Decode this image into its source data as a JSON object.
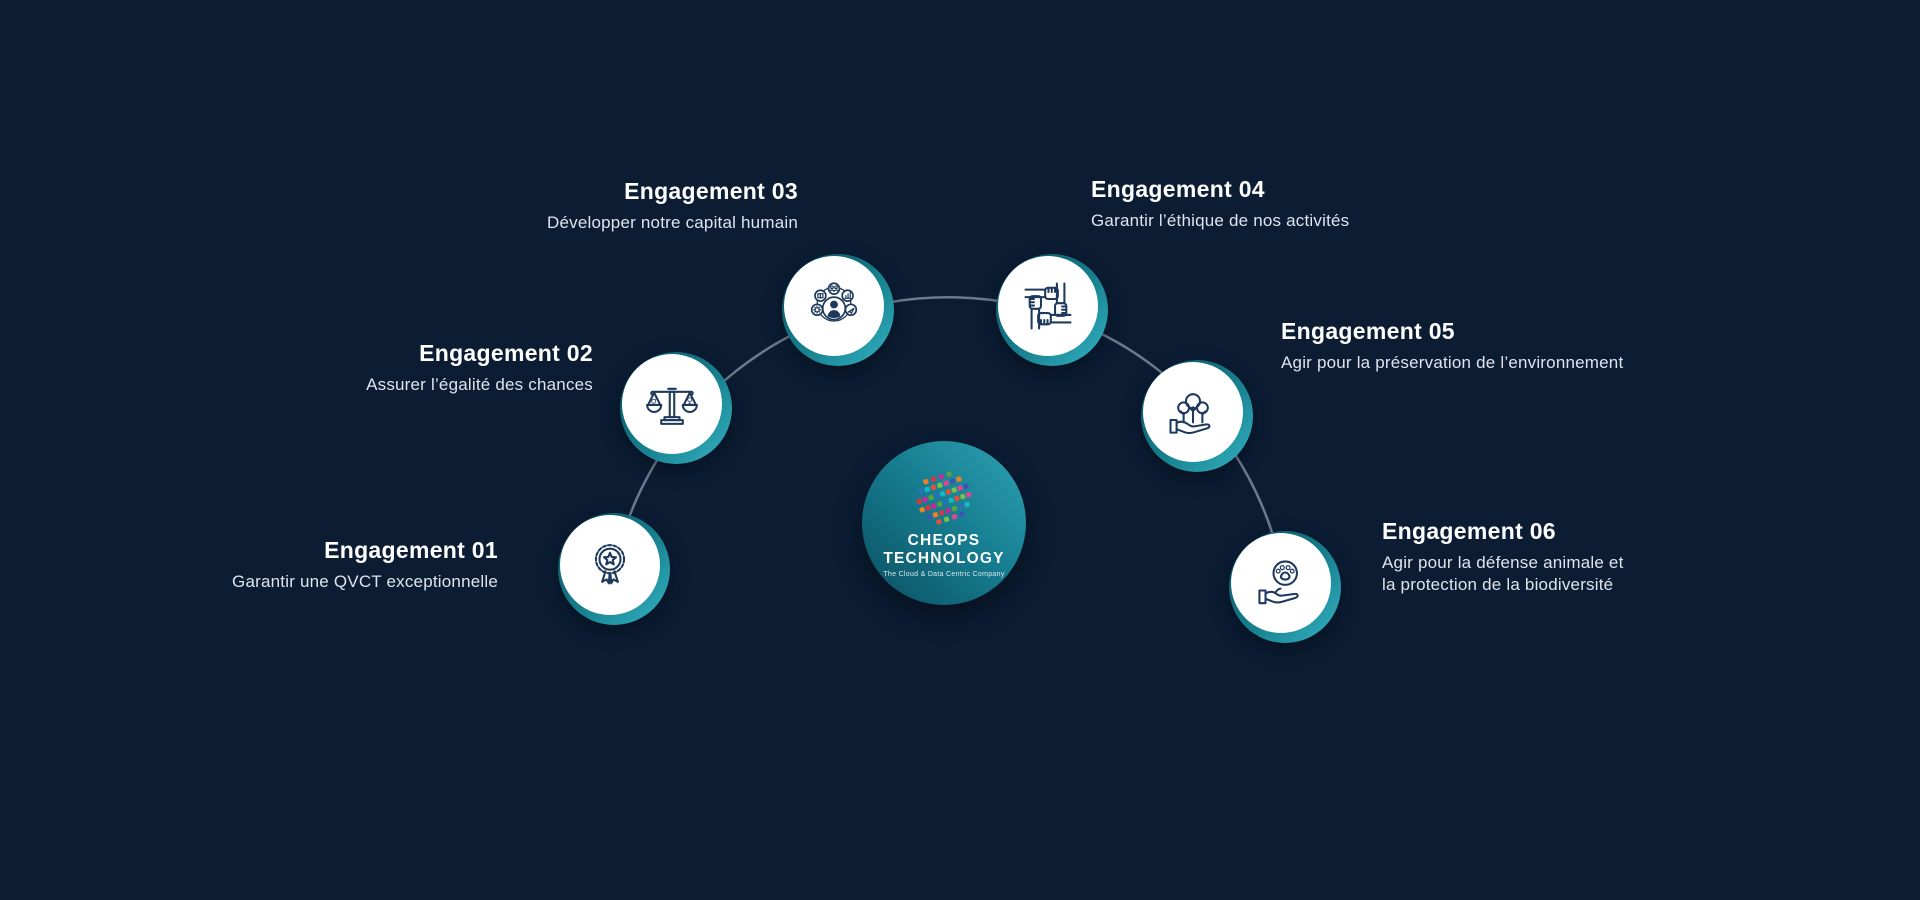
{
  "meta": {
    "background_color": "#0b1c33",
    "accent_teal_dark": "#0a5163",
    "accent_teal_light": "#35b3c4",
    "icon_stroke_color": "#1d3a5c",
    "connector_color": "rgba(205,216,232,0.5)"
  },
  "center_logo": {
    "brand_line1": "CHEOPS",
    "brand_line2": "TECHNOLOGY",
    "tagline": "The Cloud & Data Centric Company",
    "globe_palette": [
      "#f0821e",
      "#d93644",
      "#c5299b",
      "#57a639",
      "#2c6fbb",
      "#1ab7c4",
      "#e94f37",
      "#7bc143",
      "#e84393",
      "#3f51b5"
    ]
  },
  "engagements": [
    {
      "title": "Engagement 01",
      "description": "Garantir une QVCT exceptionnelle",
      "icon": "award-ribbon-icon"
    },
    {
      "title": "Engagement 02",
      "description": "Assurer l’égalité des chances",
      "icon": "gender-equality-scales-icon"
    },
    {
      "title": "Engagement 03",
      "description": "Développer notre capital humain",
      "icon": "human-capital-icon"
    },
    {
      "title": "Engagement 04",
      "description": "Garantir l’éthique de nos activités",
      "icon": "united-hands-icon"
    },
    {
      "title": "Engagement 05",
      "description": "Agir pour la préservation de l’environnement",
      "icon": "hand-holding-trees-icon"
    },
    {
      "title": "Engagement 06",
      "description": "Agir pour la défense animale et la protection de la biodiversité",
      "icon": "hand-holding-paw-icon"
    }
  ]
}
